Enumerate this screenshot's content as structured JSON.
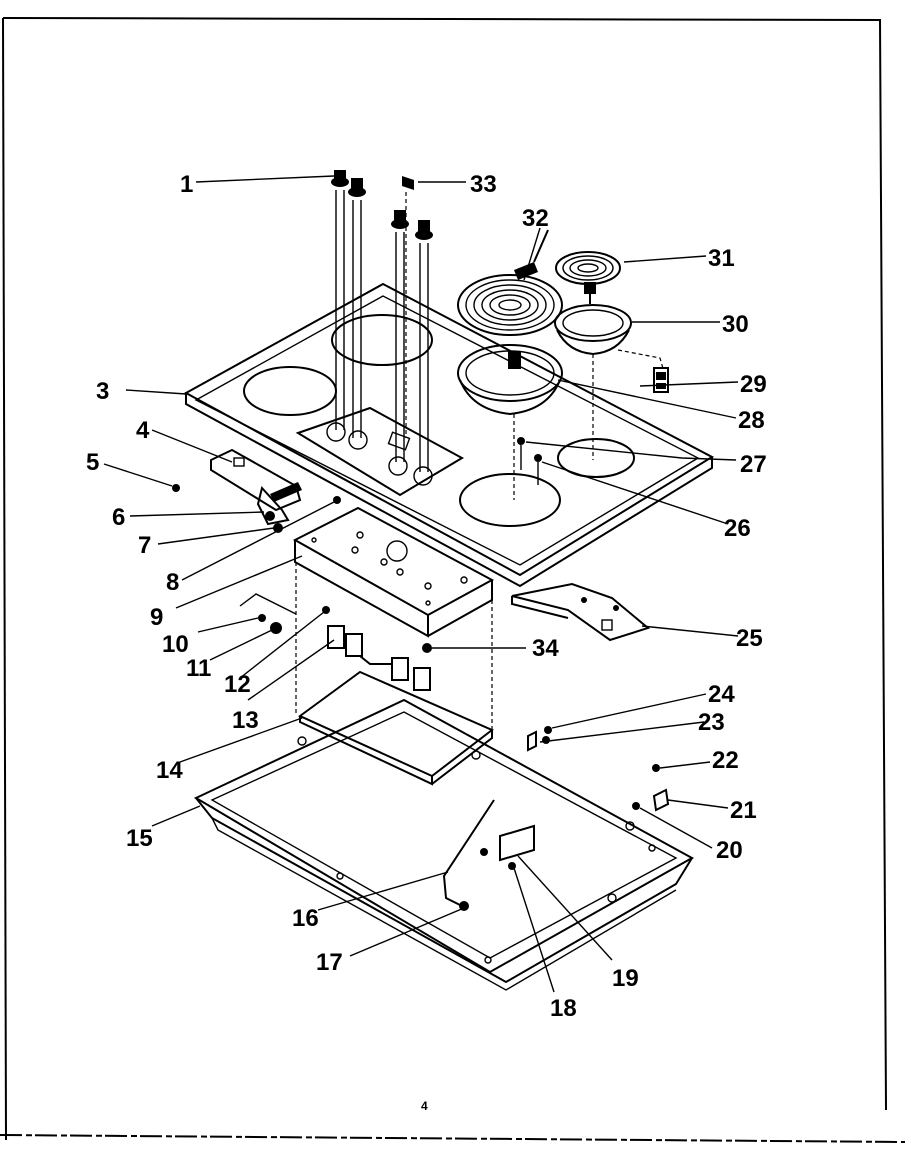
{
  "callouts": [
    "1",
    "3",
    "4",
    "5",
    "6",
    "7",
    "8",
    "9",
    "10",
    "11",
    "12",
    "13",
    "14",
    "15",
    "16",
    "17",
    "18",
    "19",
    "20",
    "21",
    "22",
    "23",
    "24",
    "25",
    "26",
    "27",
    "28",
    "29",
    "30",
    "31",
    "32",
    "33",
    "34"
  ],
  "page_number": "4"
}
